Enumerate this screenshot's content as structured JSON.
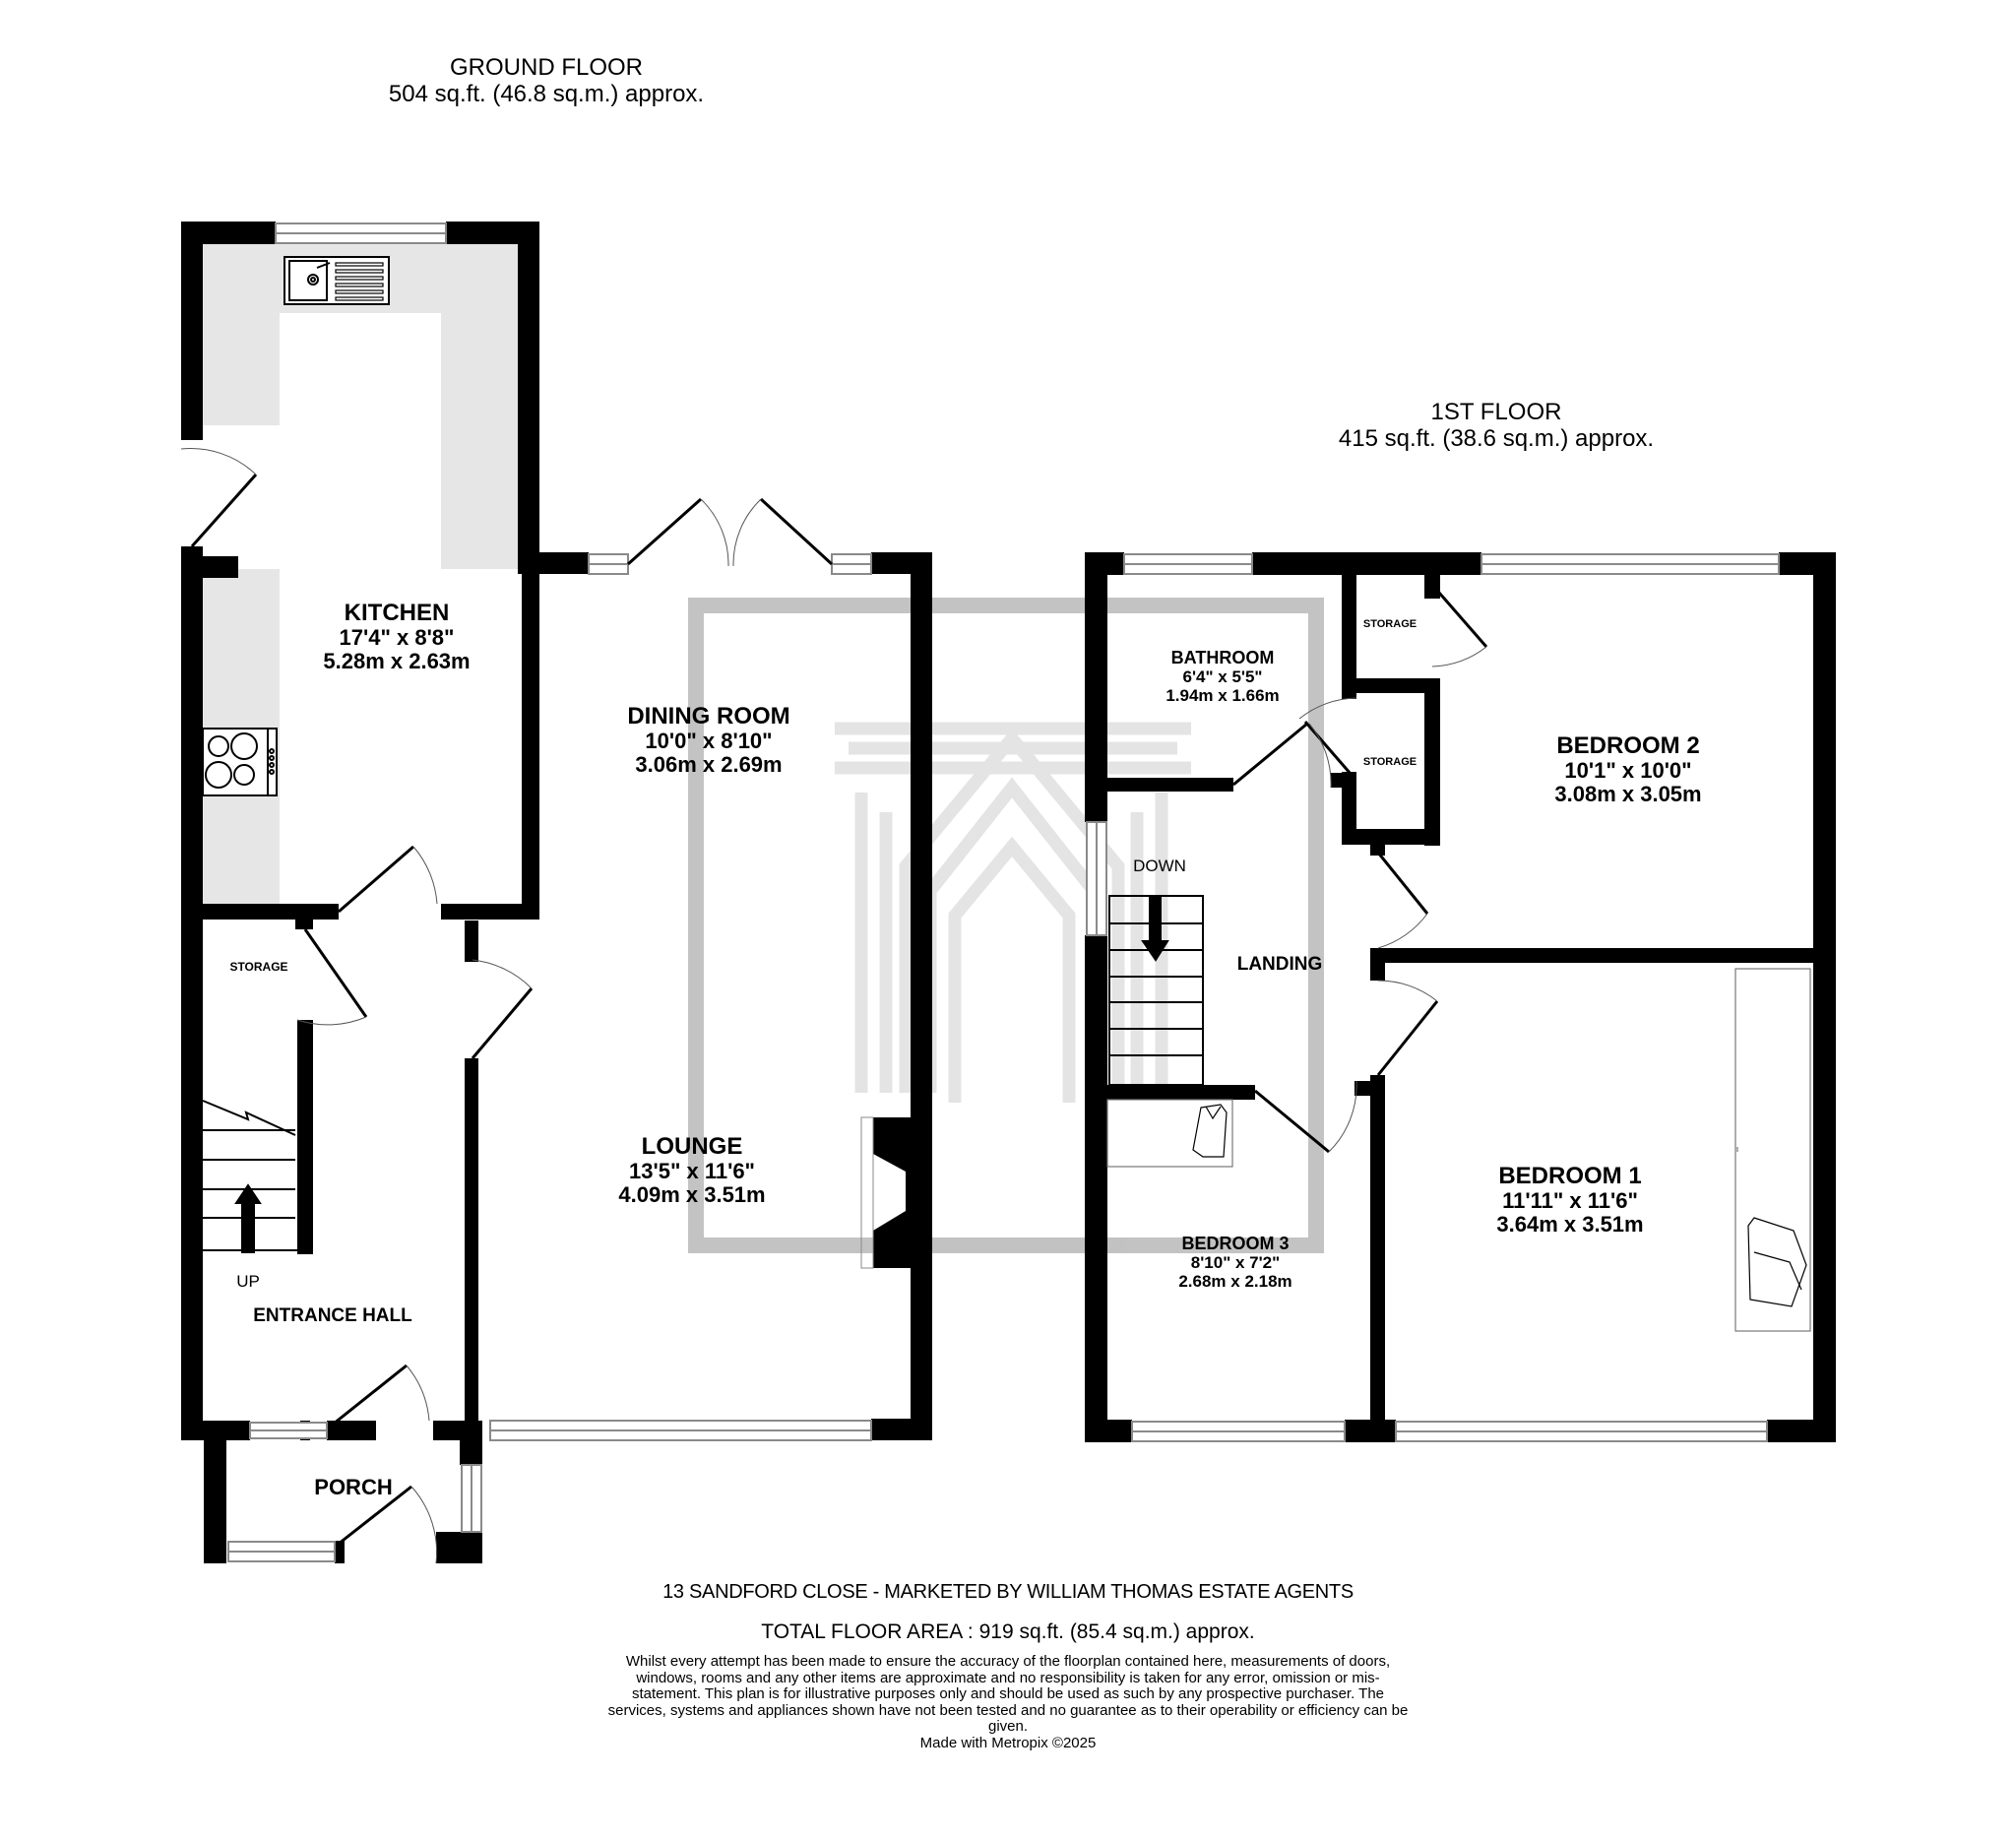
{
  "floors": {
    "ground": {
      "title": "GROUND FLOOR",
      "area": "504 sq.ft. (46.8 sq.m.) approx."
    },
    "first": {
      "title": "1ST FLOOR",
      "area": "415 sq.ft. (38.6 sq.m.) approx."
    }
  },
  "rooms": {
    "kitchen": {
      "name": "KITCHEN",
      "imperial": "17'4\"  x 8'8\"",
      "metric": "5.28m  x 2.63m"
    },
    "dining_room": {
      "name": "DINING ROOM",
      "imperial": "10'0\"  x 8'10\"",
      "metric": "3.06m  x 2.69m"
    },
    "lounge": {
      "name": "LOUNGE",
      "imperial": "13'5\"  x 11'6\"",
      "metric": "4.09m  x 3.51m"
    },
    "storage_ground": {
      "name": "STORAGE"
    },
    "entrance_hall": {
      "name": "ENTRANCE HALL"
    },
    "porch": {
      "name": "PORCH"
    },
    "bathroom": {
      "name": "BATHROOM",
      "imperial": "6'4\"  x 5'5\"",
      "metric": "1.94m  x 1.66m"
    },
    "storage_first_1": {
      "name": "STORAGE"
    },
    "storage_first_2": {
      "name": "STORAGE"
    },
    "landing": {
      "name": "LANDING"
    },
    "bedroom_1": {
      "name": "BEDROOM 1",
      "imperial": "11'11\"  x 11'6\"",
      "metric": "3.64m  x 3.51m"
    },
    "bedroom_2": {
      "name": "BEDROOM 2",
      "imperial": "10'1\"  x 10'0\"",
      "metric": "3.08m  x 3.05m"
    },
    "bedroom_3": {
      "name": "BEDROOM 3",
      "imperial": "8'10\"  x 7'2\"",
      "metric": "2.68m  x 2.18m"
    }
  },
  "stairs": {
    "up_label": "UP",
    "down_label": "DOWN"
  },
  "footer": {
    "address": "13 SANDFORD CLOSE - MARKETED BY WILLIAM THOMAS ESTATE AGENTS",
    "total_area": "TOTAL FLOOR AREA : 919 sq.ft. (85.4 sq.m.) approx.",
    "disclaimer": "Whilst every attempt has been made to ensure the accuracy of the floorplan contained here, measurements of doors, windows, rooms and any other items are approximate and no responsibility is taken for any error, omission or mis-statement. This plan is for illustrative purposes only and should be used as such by any prospective purchaser. The services, systems and appliances shown have not been tested and no guarantee as to their operability or efficiency can be given.",
    "credit": "Made with Metropix ©2025"
  },
  "colors": {
    "wall": "#000000",
    "worktop": "#e6e6e6",
    "watermark": "#a9a9a9",
    "window_line": "#8a8a8a",
    "background": "#ffffff"
  }
}
